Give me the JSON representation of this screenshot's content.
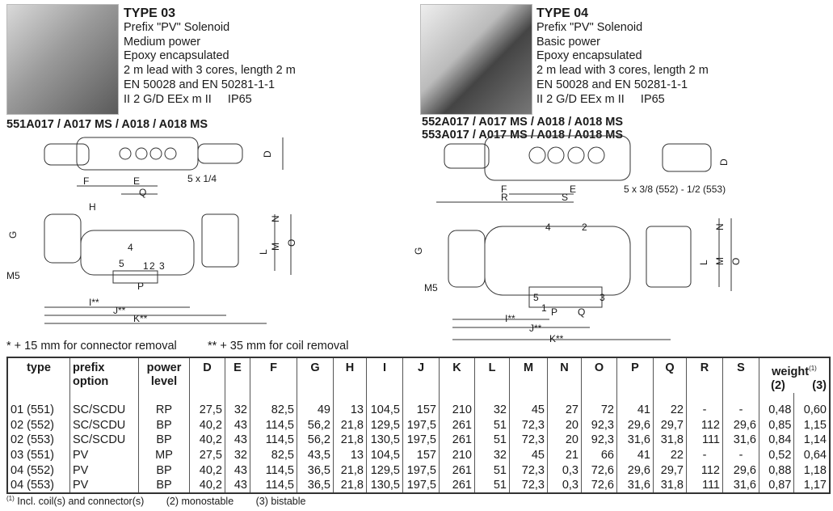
{
  "type03": {
    "title": "TYPE 03",
    "lines": [
      "Prefix \"PV\" Solenoid",
      "Medium power",
      "Epoxy encapsulated",
      "2 m lead with 3 cores, length 2 m",
      "EN 50028 and EN 50281-1-1",
      "II 2 G/D EEx m II     IP65"
    ],
    "model": "551A017 / A017 MS / A018 / A018 MS",
    "port_note": "5 x 1/4",
    "dims": [
      "D",
      "E",
      "F",
      "Q",
      "G",
      "H",
      "M5",
      "I**",
      "J**",
      "K**",
      "L",
      "M",
      "N",
      "O",
      "P",
      "1",
      "2",
      "3",
      "4",
      "5"
    ]
  },
  "type04": {
    "title": "TYPE 04",
    "lines": [
      "Prefix \"PV\" Solenoid",
      "Basic power",
      "Epoxy encapsulated",
      "2 m lead with 3 cores, length 2 m",
      "EN 50028 and EN 50281-1-1",
      "II 2 G/D EEx m II     IP65"
    ],
    "model_1": "552A017 / A017 MS / A018 / A018 MS",
    "model_2": "553A017 / A017 MS / A018 / A018 MS",
    "port_note": "5 x 3/8 (552) - 1/2 (553)",
    "dims": [
      "D",
      "F",
      "E",
      "R",
      "S",
      "G",
      "M5",
      "I**",
      "J**",
      "K**",
      "L",
      "M",
      "N",
      "O",
      "P",
      "Q",
      "1",
      "2",
      "3",
      "4",
      "5"
    ]
  },
  "notes": {
    "connector": "* + 15 mm for connector removal",
    "coil": "** + 35 mm for coil removal"
  },
  "table": {
    "headers": [
      "type",
      "prefix option",
      "power level",
      "D",
      "E",
      "F",
      "G",
      "H",
      "I",
      "J",
      "K",
      "L",
      "M",
      "N",
      "O",
      "P",
      "Q",
      "R",
      "S"
    ],
    "weight_header": "weight",
    "weight_sup": "(1)",
    "weight_sub": [
      "(2)",
      "(3)"
    ],
    "rows": [
      [
        "01 (551)",
        "SC/SCDU",
        "RP",
        "27,5",
        "32",
        "82,5",
        "49",
        "13",
        "104,5",
        "157",
        "210",
        "32",
        "45",
        "27",
        "72",
        "41",
        "22",
        "-",
        "-",
        "0,48",
        "0,60"
      ],
      [
        "02 (552)",
        "SC/SCDU",
        "BP",
        "40,2",
        "43",
        "114,5",
        "56,2",
        "21,8",
        "129,5",
        "197,5",
        "261",
        "51",
        "72,3",
        "20",
        "92,3",
        "29,6",
        "29,7",
        "112",
        "29,6",
        "0,85",
        "1,15"
      ],
      [
        "02 (553)",
        "SC/SCDU",
        "BP",
        "40,2",
        "43",
        "114,5",
        "56,2",
        "21,8",
        "130,5",
        "197,5",
        "261",
        "51",
        "72,3",
        "20",
        "92,3",
        "31,6",
        "31,8",
        "111",
        "31,6",
        "0,84",
        "1,14"
      ],
      [
        "03 (551)",
        "PV",
        "MP",
        "27,5",
        "32",
        "82,5",
        "43,5",
        "13",
        "104,5",
        "157",
        "210",
        "32",
        "45",
        "21",
        "66",
        "41",
        "22",
        "-",
        "-",
        "0,52",
        "0,64"
      ],
      [
        "04 (552)",
        "PV",
        "BP",
        "40,2",
        "43",
        "114,5",
        "36,5",
        "21,8",
        "129,5",
        "197,5",
        "261",
        "51",
        "72,3",
        "0,3",
        "72,6",
        "29,6",
        "29,7",
        "112",
        "29,6",
        "0,88",
        "1,18"
      ],
      [
        "04 (553)",
        "PV",
        "BP",
        "40,2",
        "43",
        "114,5",
        "36,5",
        "21,8",
        "130,5",
        "197,5",
        "261",
        "51",
        "72,3",
        "0,3",
        "72,6",
        "31,6",
        "31,8",
        "111",
        "31,6",
        "0,87",
        "1,17"
      ]
    ]
  },
  "footnote": {
    "sup": "(1)",
    "parts": [
      "Incl. coil(s) and connector(s)",
      "(2)  monostable",
      "(3)  bistable"
    ]
  }
}
